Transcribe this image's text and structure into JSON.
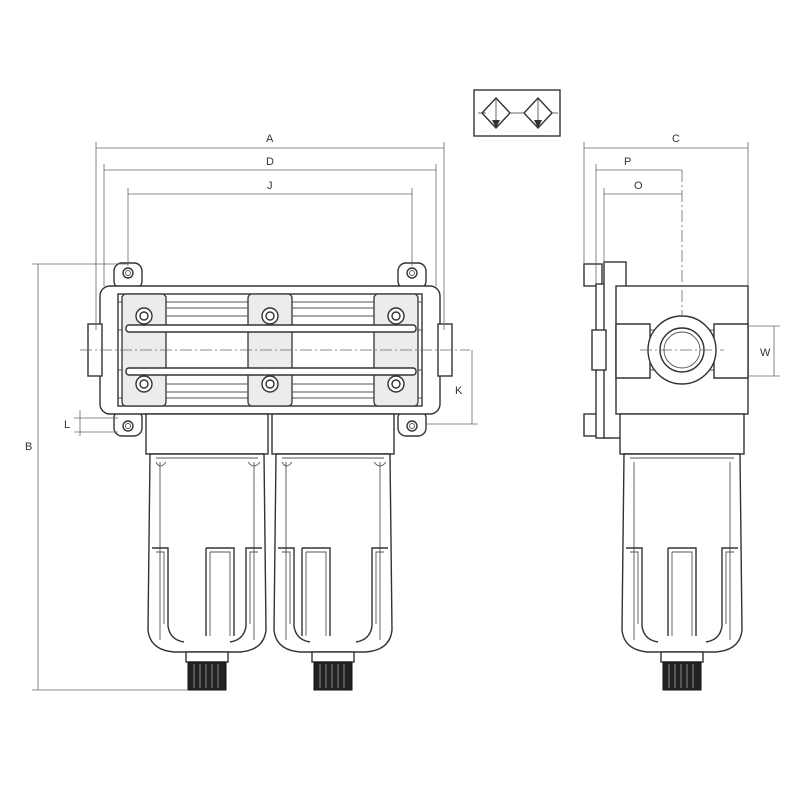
{
  "symbol": {
    "icon": "filter-filter-symbol-icon"
  },
  "dimensions": {
    "A": "A",
    "D": "D",
    "J": "J",
    "B": "B",
    "L": "L",
    "K": "K",
    "C": "C",
    "P": "P",
    "O": "O",
    "W": "W"
  },
  "colors": {
    "line": "#333333",
    "background": "#ffffff"
  }
}
